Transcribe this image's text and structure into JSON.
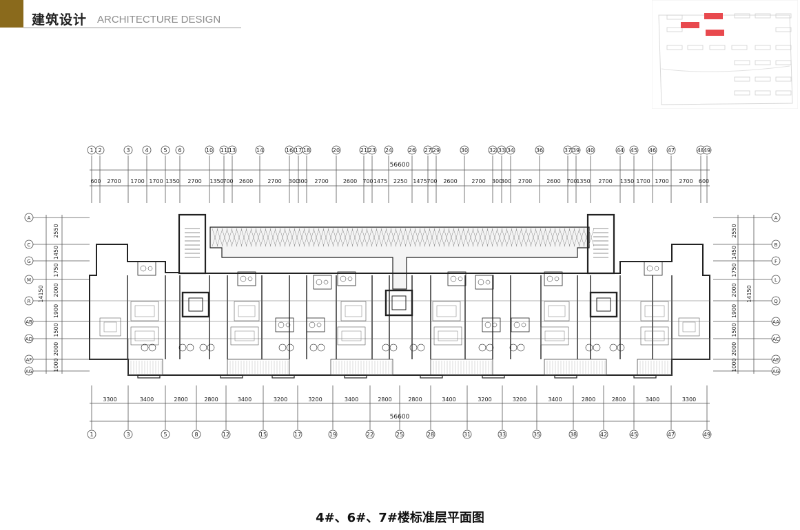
{
  "header": {
    "title": "建筑设计",
    "subtitle": "ARCHITECTURE DESIGN",
    "accent_color": "#8a6a1c"
  },
  "caption": "4#、6#、7#楼标准层平面图",
  "plan": {
    "total_dimension_top": "56600",
    "total_dimension_bottom": "56600",
    "left_height_total": "14150",
    "right_height_total": "14150",
    "top_axes": [
      "1",
      "2",
      "3",
      "4",
      "5",
      "6",
      "10",
      "11",
      "13",
      "14",
      "16",
      "17",
      "18",
      "20",
      "21",
      "23",
      "24",
      "26",
      "27",
      "29",
      "30",
      "32",
      "33",
      "34",
      "36",
      "37",
      "39",
      "40",
      "44",
      "45",
      "46",
      "47",
      "48",
      "49"
    ],
    "top_dims": [
      "600",
      "2700",
      "1700",
      "1700",
      "1350",
      "2700",
      "1350",
      "700",
      "2600",
      "2700",
      "300",
      "300",
      "2700",
      "2600",
      "700",
      "1475",
      "2250",
      "1475",
      "700",
      "2600",
      "2700",
      "300",
      "300",
      "2700",
      "2600",
      "700",
      "1350",
      "2700",
      "1350",
      "1700",
      "1700",
      "2700",
      "600"
    ],
    "bottom_axes": [
      "1",
      "3",
      "5",
      "8",
      "12",
      "15",
      "17",
      "19",
      "22",
      "25",
      "28",
      "31",
      "33",
      "35",
      "38",
      "42",
      "45",
      "47",
      "49"
    ],
    "bottom_dims": [
      "3300",
      "3400",
      "2800",
      "2800",
      "3400",
      "3200",
      "3200",
      "3400",
      "2800",
      "2800",
      "3400",
      "3200",
      "3200",
      "3400",
      "2800",
      "2800",
      "3400",
      "3300"
    ],
    "left_axes": [
      "A",
      "C",
      "G",
      "M",
      "R",
      "AB",
      "AD",
      "AF",
      "AG"
    ],
    "left_dims": [
      "2550",
      "1450",
      "1750",
      "2000",
      "1900",
      "1500",
      "2000",
      "1000"
    ],
    "right_axes": [
      "A",
      "B",
      "F",
      "L",
      "Q",
      "AA",
      "AC",
      "AE",
      "AG"
    ],
    "right_dims": [
      "2550",
      "1450",
      "1750",
      "2000",
      "1900",
      "1500",
      "2000",
      "1000"
    ]
  }
}
